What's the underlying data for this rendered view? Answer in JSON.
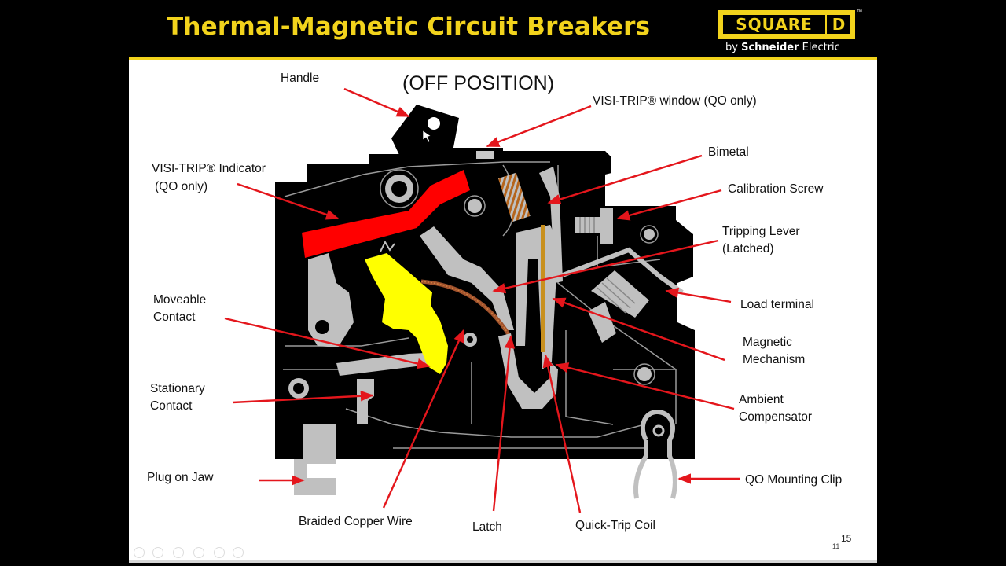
{
  "header": {
    "title": "Thermal-Magnetic Circuit Breakers",
    "logo_word": "SQUARE",
    "logo_letter": "D",
    "logo_tm": "™",
    "byline_prefix": "by",
    "byline_brand": "Schneider",
    "byline_suffix": "Electric"
  },
  "slide": {
    "position_heading": "(OFF POSITION)",
    "page_number": "15",
    "sub_number": "11"
  },
  "labels": {
    "handle": "Handle",
    "visi_window": "VISI-TRIP® window (QO only)",
    "visi_indicator_1": "VISI-TRIP® Indicator",
    "visi_indicator_2": "(QO only)",
    "bimetal": "Bimetal",
    "calibration_screw": "Calibration Screw",
    "tripping_lever_1": "Tripping Lever",
    "tripping_lever_2": "(Latched)",
    "moveable_1": "Moveable",
    "moveable_2": "Contact",
    "load_terminal": "Load terminal",
    "magnetic_1": "Magnetic",
    "magnetic_2": "Mechanism",
    "stationary_1": "Stationary",
    "stationary_2": "Contact",
    "ambient_1": "Ambient",
    "ambient_2": "Compensator",
    "plug_on_jaw": "Plug on Jaw",
    "qo_clip": "QO Mounting Clip",
    "braided": "Braided Copper Wire",
    "latch": "Latch",
    "quick_trip": "Quick-Trip Coil"
  },
  "colors": {
    "title_yellow": "#f2d31c",
    "arrow_red": "#e4161c",
    "indicator_red": "#ff0000",
    "contact_yellow": "#ffff00",
    "part_gray": "#c0c0c0",
    "copper": "#a0522d"
  }
}
